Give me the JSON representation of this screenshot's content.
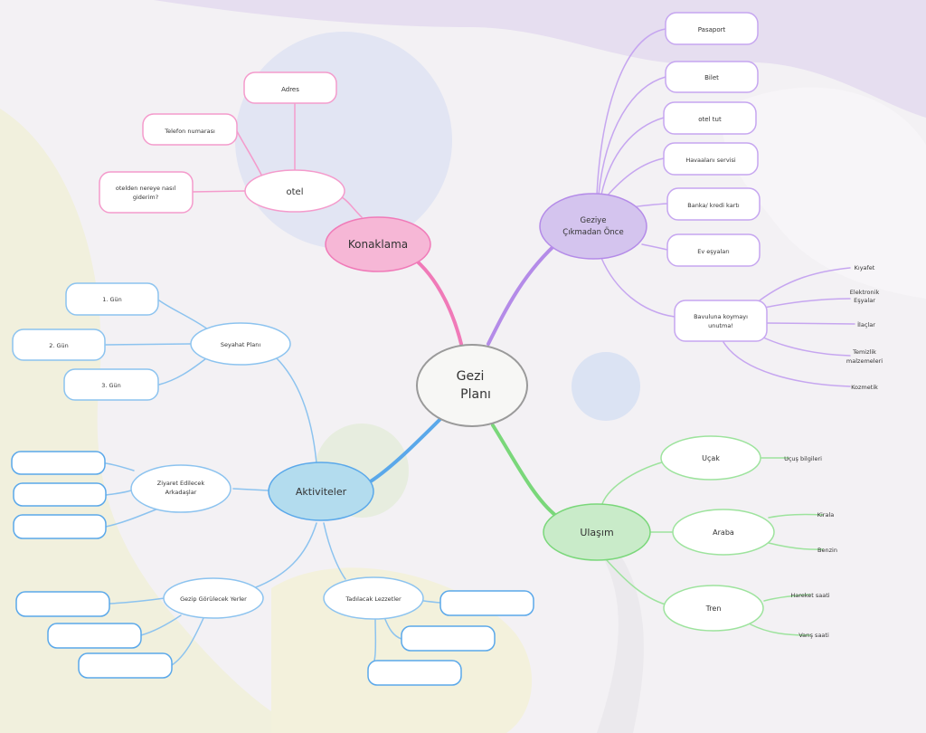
{
  "center": {
    "line1": "Gezi",
    "line2": "Planı"
  },
  "colors": {
    "pink": "#f07ab8",
    "purple": "#b48be8",
    "blue": "#5aa8ea",
    "green": "#7ad77a",
    "center_stroke": "#9a9a9a"
  },
  "branches": {
    "konaklama": {
      "label": "Konaklama",
      "otel": "otel",
      "adres": "Adres",
      "telefon": "Telefon numarası",
      "nasil_line1": "otelden nereye nasıl",
      "nasil_line2": "giderim?"
    },
    "gezi_oncesi": {
      "line1": "Geziye",
      "line2": "Çıkmadan Önce",
      "items": [
        "Pasaport",
        "Bilet",
        "otel tut",
        "Havaalanı servisi",
        "Banka/ kredi kartı",
        "Ev eşyaları"
      ],
      "bavul_line1": "Bavuluna koymayı",
      "bavul_line2": "unutma!",
      "bavul_items": [
        {
          "line1": "Kıyafet",
          "line2": ""
        },
        {
          "line1": "Elektronik",
          "line2": "Eşyalar"
        },
        {
          "line1": "İlaçlar",
          "line2": ""
        },
        {
          "line1": "Temizlik",
          "line2": "malzemeleri"
        },
        {
          "line1": "Kozmetik",
          "line2": ""
        }
      ]
    },
    "ulasim": {
      "label": "Ulaşım",
      "ucak": "Uçak",
      "ucak_sub": "Uçuş bilgileri",
      "araba": "Araba",
      "araba_subs": [
        "Kirala",
        "Benzin"
      ],
      "tren": "Tren",
      "tren_subs": [
        "Hareket saati",
        "Varış saati"
      ]
    },
    "aktiviteler": {
      "label": "Aktiviteler",
      "seyahat": "Seyahat Planı",
      "gunler": [
        "1. Gün",
        "2. Gün",
        "3. Gün"
      ],
      "ziyaret_line1": "Ziyaret Edilecek",
      "ziyaret_line2": "Arkadaşlar",
      "gezilecek": "Gezip Görülecek Yerler",
      "tadilacak": "Tadılacak Lezzetler"
    }
  }
}
